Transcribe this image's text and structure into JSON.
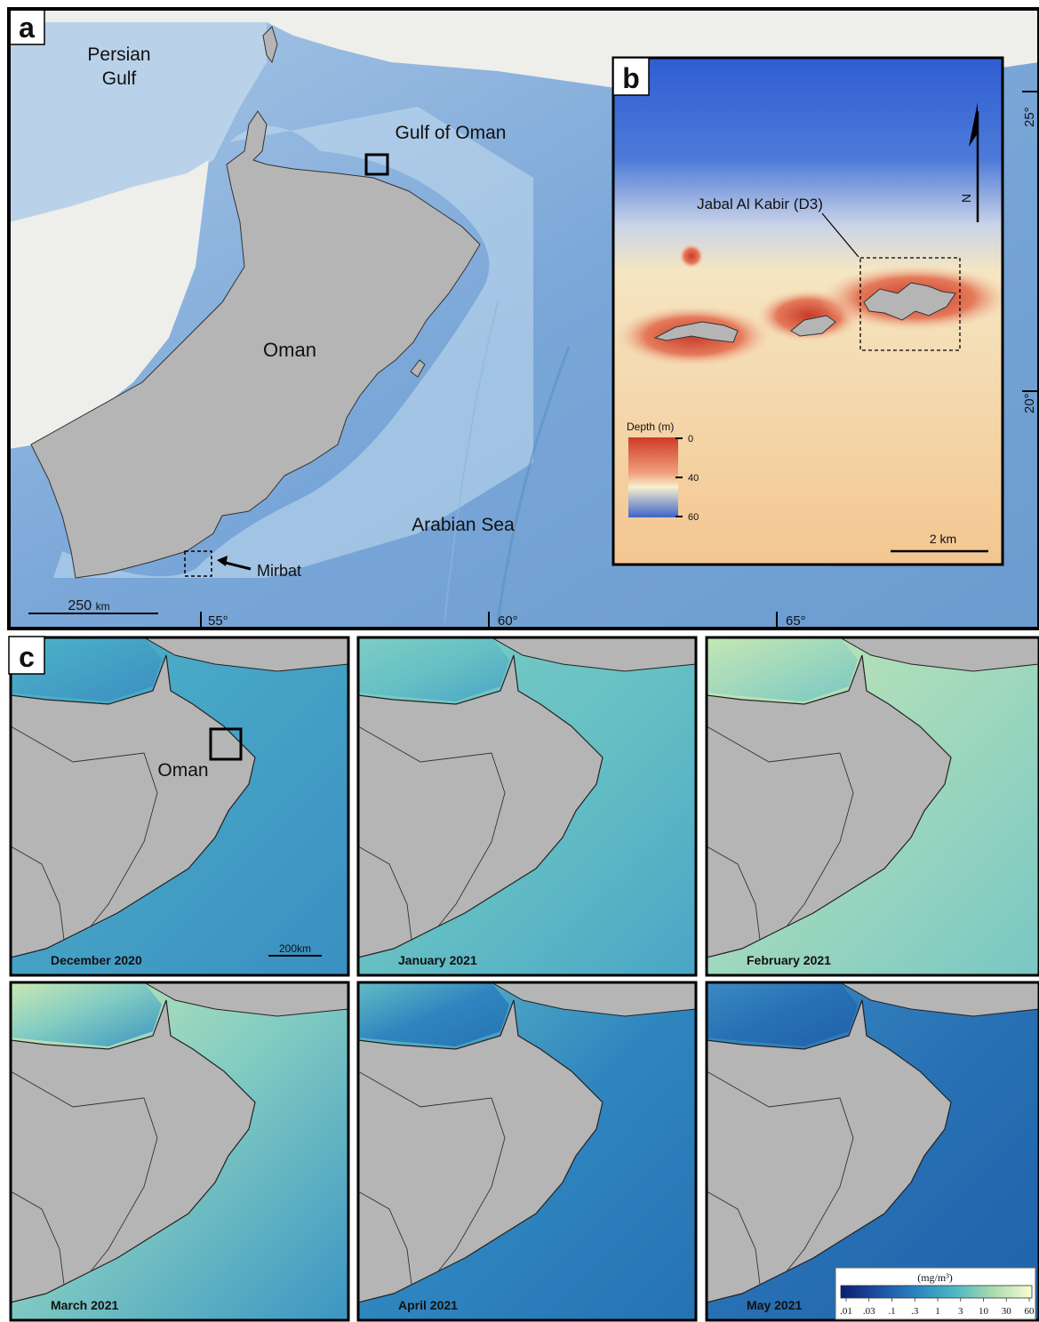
{
  "panel_a": {
    "letter": "a",
    "labels": {
      "persian_gulf": [
        "Persian",
        "Gulf"
      ],
      "gulf_of_oman": "Gulf of Oman",
      "oman": "Oman",
      "arabian_sea": "Arabian Sea",
      "mirbat": "Mirbat"
    },
    "scale_bar": {
      "value": "250",
      "unit": "km"
    },
    "longitude_ticks": [
      "55°",
      "60°",
      "65°"
    ],
    "latitude_ticks": [
      "25°",
      "20°"
    ]
  },
  "panel_b": {
    "letter": "b",
    "site_label": "Jabal Al Kabir (D3)",
    "north_label": "N",
    "legend": {
      "title": "Depth (m)",
      "ticks": [
        "0",
        "40",
        "60"
      ]
    },
    "scale_bar": "2 km"
  },
  "panel_c": {
    "letter": "c",
    "oman_label": "Oman",
    "scale_bar": {
      "value": "200",
      "unit": "km"
    },
    "months": [
      "December 2020",
      "January 2021",
      "February 2021",
      "March 2021",
      "April 2021",
      "May 2021"
    ],
    "colorbar": {
      "unit": "(mg/m³)",
      "ticks": [
        ".01",
        ".03",
        ".1",
        ".3",
        "1",
        "3",
        "10",
        "30",
        "60"
      ]
    }
  },
  "colors": {
    "land": "#b5b5b5",
    "ocean_deep": "#6e9fd2",
    "ocean_shallow": "#b8d3ea",
    "chl_low": "#1f66b0",
    "chl_mid": "#3fa9c4",
    "chl_high": "#e9f1a8",
    "depth_shallow": "#c83a2a",
    "depth_mid": "#f3e7b8",
    "depth_deep": "#2e5fd0"
  }
}
